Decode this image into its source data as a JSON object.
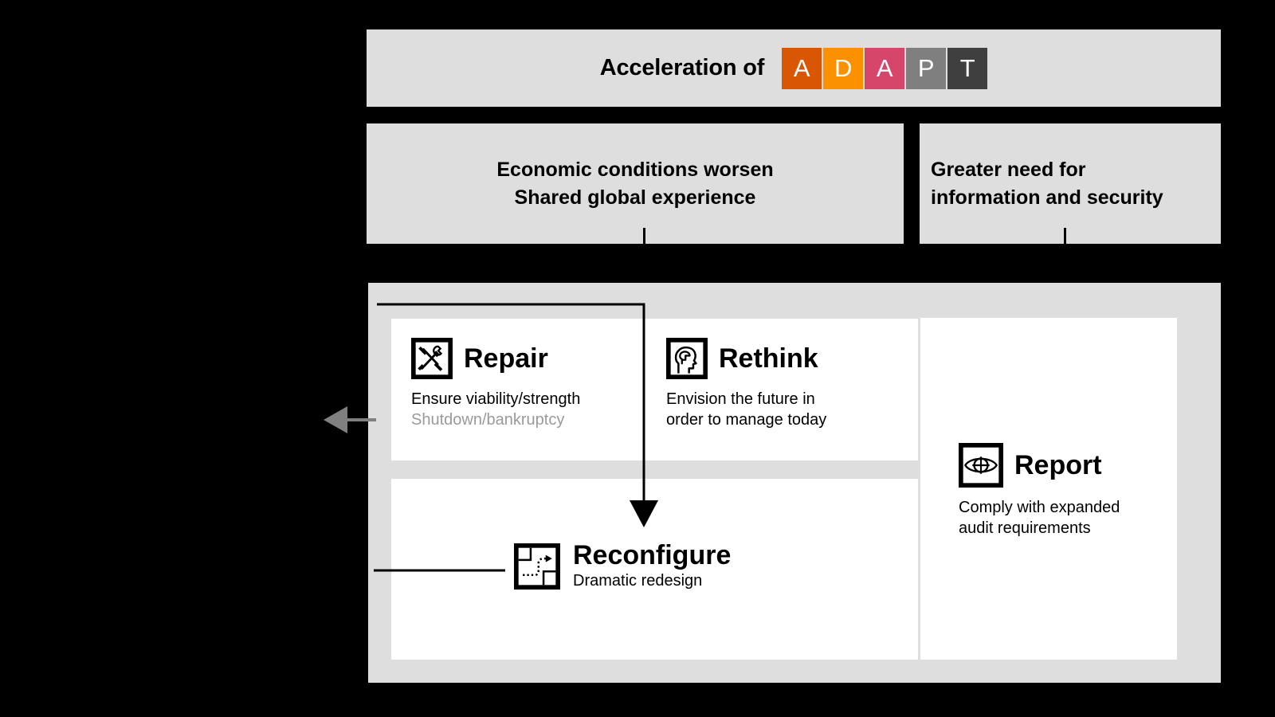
{
  "header": {
    "title": "Acceleration of",
    "acronym": [
      {
        "letter": "A",
        "color": "#d85604"
      },
      {
        "letter": "D",
        "color": "#fb9000"
      },
      {
        "letter": "A",
        "color": "#d6456a"
      },
      {
        "letter": "P",
        "color": "#7f7f7f"
      },
      {
        "letter": "T",
        "color": "#3f3f3f"
      }
    ]
  },
  "drivers": [
    {
      "name": "economic-conditions",
      "line1": "Economic conditions worsen",
      "line2": "Shared global experience"
    },
    {
      "name": "information-security",
      "line1": "Greater need for",
      "line2": "information and security"
    }
  ],
  "actions": {
    "repair": {
      "title": "Repair",
      "icon": "wrench-screwdriver-icon",
      "desc_line1": "Ensure viability/strength",
      "desc_line2": "Shutdown/bankruptcy"
    },
    "rethink": {
      "title": "Rethink",
      "icon": "head-profile-brain-icon",
      "desc_line1": "Envision the future in",
      "desc_line2": "order to manage today"
    },
    "reconfigure": {
      "title": "Reconfigure",
      "icon": "dotted-path-arrow-icon",
      "desc_line1": "Dramatic redesign"
    },
    "report": {
      "title": "Report",
      "icon": "eye-target-icon",
      "desc_line1": "Comply with expanded",
      "desc_line2": "audit requirements"
    }
  },
  "colors": {
    "panel_background": "#dedede",
    "card_background": "#ffffff",
    "page_background": "#000000",
    "connector_black": "#000000",
    "connector_gray": "#808080",
    "muted_text": "#9a9a9a"
  }
}
